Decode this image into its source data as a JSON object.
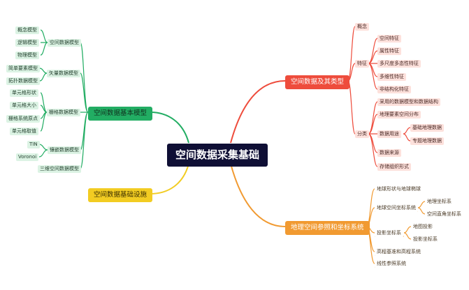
{
  "root": "空间数据采集基础",
  "right_top": {
    "title": "空间数据及其类型",
    "concept": "概念",
    "feature": {
      "label": "特征",
      "items": [
        "空间特征",
        "属性特征",
        "多尺度多态性特征",
        "多维性特征",
        "非结构化特征"
      ]
    },
    "classify": {
      "label": "分类",
      "items": [
        "采用的数据模型和数据结构",
        "地理要素空间分布",
        "数据用途",
        "数据来源",
        "存储组织形式"
      ],
      "usage_children": [
        "基础地理数据",
        "专题地理数据"
      ]
    }
  },
  "right_bottom": {
    "title": "地理空间参照和坐标系统",
    "items": [
      "地球形状与地球椭球",
      "地球空间坐标系统",
      "投影坐标系",
      "高程基准和高程系统",
      "线性参照系统"
    ],
    "coord_children": [
      "地理坐标系",
      "空间直角坐标系"
    ],
    "proj_children": [
      "地图投影",
      "投影坐标系"
    ]
  },
  "left_top": {
    "title": "空间数据基本模型",
    "items": [
      "空间数据模型",
      "矢量数据模型",
      "栅格数据模型",
      "镶嵌数据模型",
      "三维空间数据模型"
    ],
    "space_children": [
      "概念模型",
      "逻辑模型",
      "物理模型"
    ],
    "vector_children": [
      "简单要素模型",
      "拓扑数据模型"
    ],
    "raster_children": [
      "单元格形状",
      "单元格大小",
      "栅格系统原点",
      "单元格取值"
    ],
    "mosaic_children": [
      "TIN",
      "Voronoi"
    ]
  },
  "left_bottom": {
    "title": "空间数据基础设施"
  },
  "colors": {
    "red": "#ee4c3c",
    "orange": "#f19a31",
    "green": "#22ad63",
    "yellow": "#f2cc22",
    "root": "#0f0f35"
  }
}
